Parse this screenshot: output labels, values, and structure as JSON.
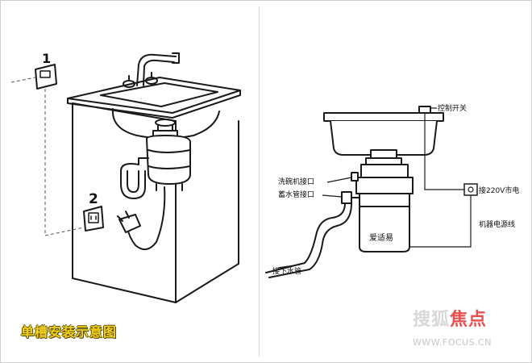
{
  "left_diagram": {
    "marker_1": "1",
    "marker_2": "2",
    "caption": "单槽安装示意图"
  },
  "right_diagram": {
    "label_control_switch": "控制开关",
    "label_dishwasher_inlet": "洗碗机接口",
    "label_water_inlet": "蓄水管接口",
    "label_220v": "接220V市电",
    "label_power_cord": "机器电源线",
    "label_unit_name": "爱适易",
    "label_drain": "接下水管"
  },
  "watermark": {
    "brand_gray": "搜狐",
    "brand_red": "焦点",
    "url": "WWW.FOCUS.CN"
  }
}
